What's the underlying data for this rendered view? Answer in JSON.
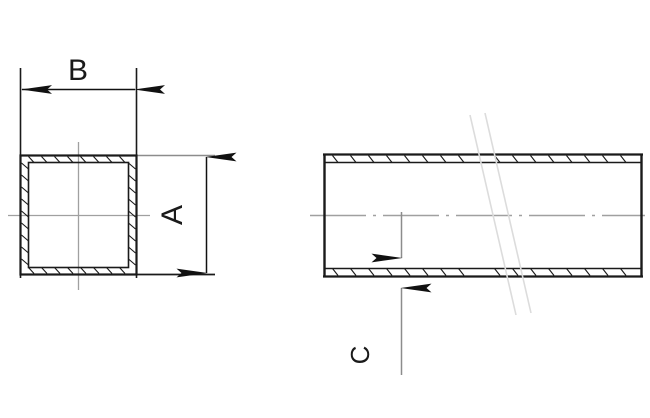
{
  "drawing": {
    "title": "Square Tube Section Drawing",
    "background_color": "#ffffff",
    "line_color": "#1a1a1a",
    "center_line_color": "#999999",
    "extension_line_color": "#8c8c8c",
    "break_line_color": "#d8d8d8",
    "hatch_color": "#1a1a1a"
  },
  "views": {
    "left": {
      "name": "cross-section-end-view",
      "description": "Square tube end cross-section with wall hatching"
    },
    "right": {
      "name": "longitudinal-section-view",
      "description": "Square tube longitudinal section with break line"
    }
  },
  "dimensions": {
    "B": {
      "label": "B",
      "orientation": "horizontal",
      "rotation_deg": 0,
      "description": "outer width of square tube"
    },
    "A": {
      "label": "A",
      "orientation": "vertical",
      "rotation_deg": -90,
      "description": "outer height of square tube"
    },
    "C": {
      "label": "C",
      "orientation": "vertical",
      "rotation_deg": -90,
      "description": "wall thickness of tube"
    }
  }
}
